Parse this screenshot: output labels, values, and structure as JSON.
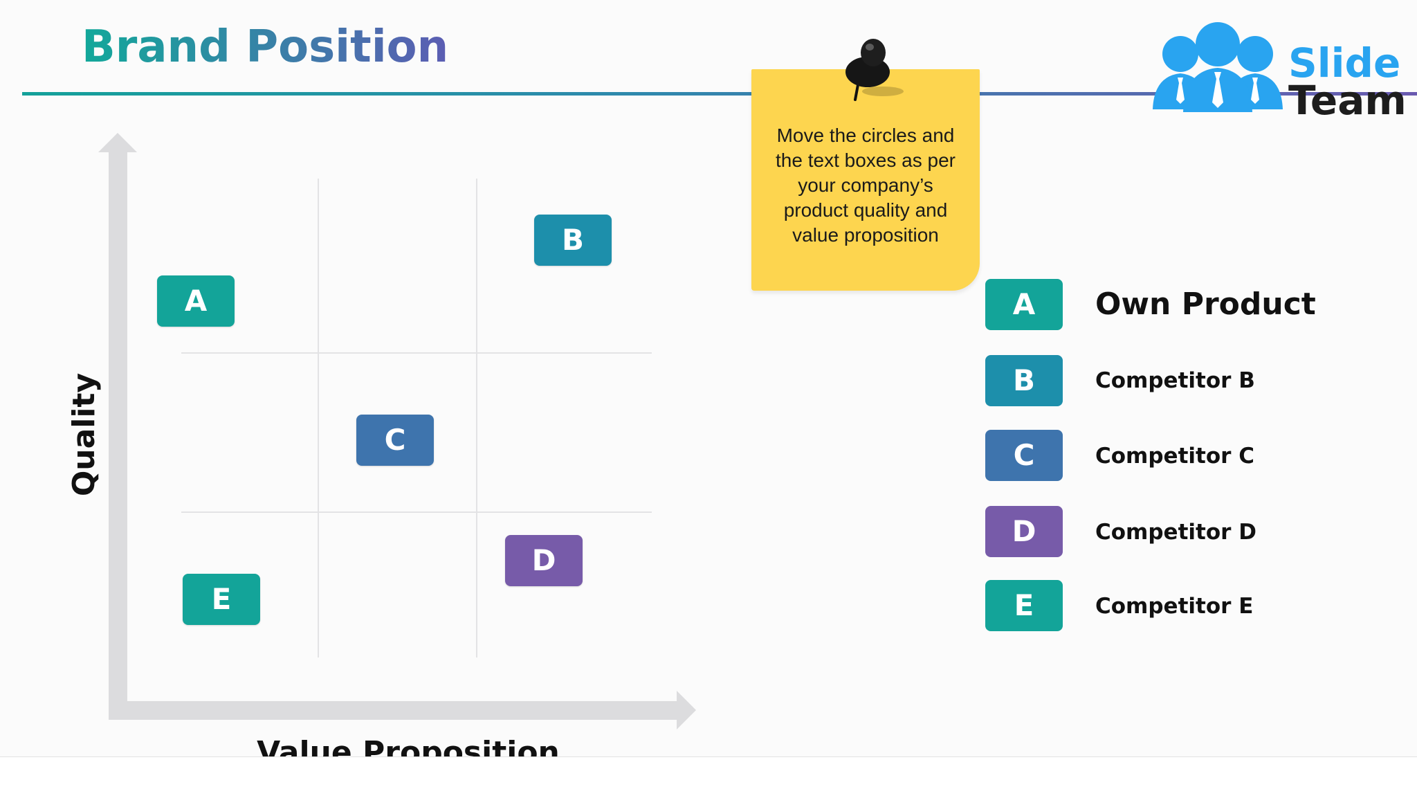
{
  "header": {
    "title": "Brand Position"
  },
  "logo": {
    "word1": "Slide",
    "word2": "Team",
    "icon": "three-people-icon"
  },
  "note": {
    "lines": [
      "Move the circles and",
      "the text boxes as per",
      "your company’s",
      "product  quality and",
      "value proposition"
    ],
    "icon": "pushpin-icon"
  },
  "axes": {
    "y_label": "Quality",
    "x_label": "Value Proposition"
  },
  "items": [
    {
      "letter": "A",
      "label": "Own Product",
      "color": "#13a499"
    },
    {
      "letter": "B",
      "label": "Competitor B",
      "color": "#1d8fab"
    },
    {
      "letter": "C",
      "label": "Competitor C",
      "color": "#3e74ad"
    },
    {
      "letter": "D",
      "label": "Competitor D",
      "color": "#775ba9"
    },
    {
      "letter": "E",
      "label": "Competitor E",
      "color": "#13a499"
    }
  ],
  "colors": {
    "title_start": "#12a89a",
    "title_end": "#5c5db3",
    "note": "#fdd54f",
    "axis": "#dcdcde"
  }
}
